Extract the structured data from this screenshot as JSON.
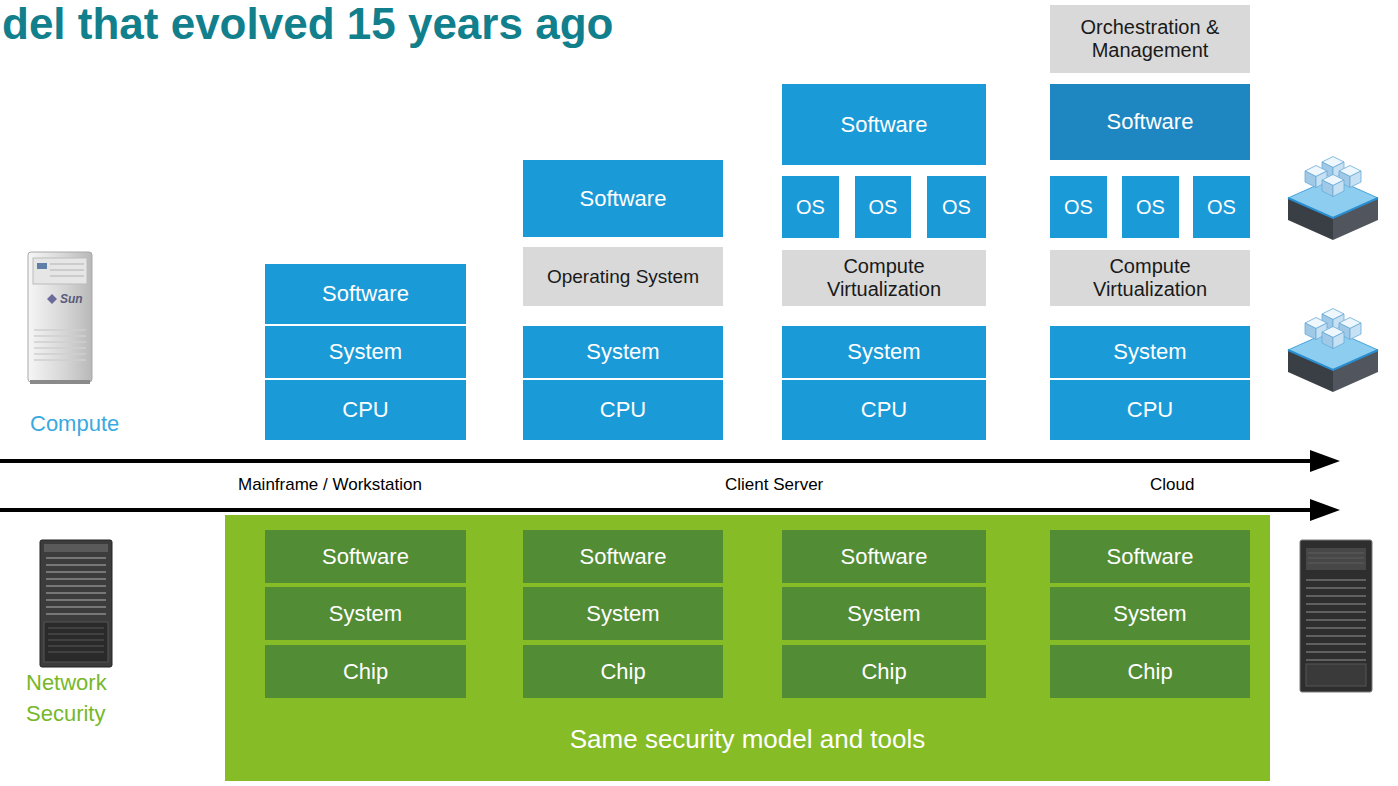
{
  "diagram": {
    "title": "del that evolved 15 years ago",
    "nodes": [
      {
        "text": [
          "Software"
        ]
      },
      {
        "text": [
          "System"
        ]
      },
      {
        "text": [
          "CPU"
        ]
      },
      {
        "text": [
          "Software"
        ]
      },
      {
        "text": [
          "Operating System"
        ]
      },
      {
        "text": [
          "System"
        ]
      },
      {
        "text": [
          "CPU"
        ]
      },
      {
        "text": [
          "Software"
        ]
      },
      {
        "text": [
          "OS"
        ]
      },
      {
        "text": [
          "OS"
        ]
      },
      {
        "text": [
          "OS"
        ]
      },
      {
        "text": [
          "Compute Virtualization"
        ]
      },
      {
        "text": [
          "System"
        ]
      },
      {
        "text": [
          "CPU"
        ]
      },
      {
        "text": [
          "Orchestration & Management"
        ]
      },
      {
        "text": [
          "Software"
        ]
      },
      {
        "text": [
          "OS"
        ]
      },
      {
        "text": [
          "OS"
        ]
      },
      {
        "text": [
          "OS"
        ]
      },
      {
        "text": [
          "Compute Virtualization"
        ]
      },
      {
        "text": [
          "System"
        ]
      },
      {
        "text": [
          "CPU"
        ]
      },
      {
        "text": [
          "Same security model and tools"
        ]
      },
      {
        "text": [
          "Software"
        ],
        "in": 22
      },
      {
        "text": [
          "System"
        ],
        "in": 22
      },
      {
        "text": [
          "Chip"
        ],
        "in": 22
      },
      {
        "text": [
          "Software"
        ],
        "in": 22
      },
      {
        "text": [
          "System"
        ],
        "in": 22
      },
      {
        "text": [
          "Chip"
        ],
        "in": 22
      },
      {
        "text": [
          "Software"
        ],
        "in": 22
      },
      {
        "text": [
          "System"
        ],
        "in": 22
      },
      {
        "text": [
          "Chip"
        ],
        "in": 22
      },
      {
        "text": [
          "Software"
        ],
        "in": 22
      },
      {
        "text": [
          "System"
        ],
        "in": 22
      },
      {
        "text": [
          "Chip"
        ],
        "in": 22
      }
    ],
    "labels": [
      "Sun",
      "Compute",
      "Mainframe / Workstation",
      "Client Server",
      "Cloud",
      "Network Security"
    ]
  }
}
